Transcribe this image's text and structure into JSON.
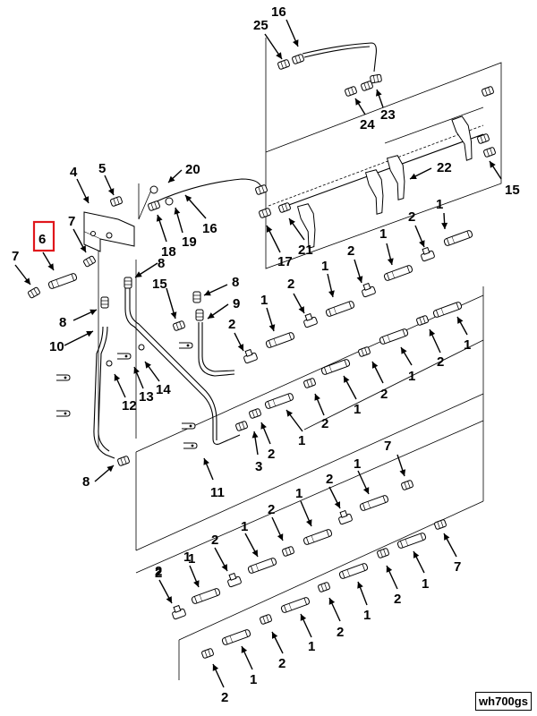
{
  "diagram": {
    "highlighted_callout": "6",
    "figure_id": "wh700gs",
    "highlight_color": "#e0161b",
    "callouts": [
      {
        "id": "c16-top",
        "label": "16"
      },
      {
        "id": "c25",
        "label": "25"
      },
      {
        "id": "c23",
        "label": "23"
      },
      {
        "id": "c24",
        "label": "24"
      },
      {
        "id": "c22",
        "label": "22"
      },
      {
        "id": "c15-right",
        "label": "15"
      },
      {
        "id": "c20",
        "label": "20"
      },
      {
        "id": "c4",
        "label": "4"
      },
      {
        "id": "c5",
        "label": "5"
      },
      {
        "id": "c18",
        "label": "18"
      },
      {
        "id": "c19",
        "label": "19"
      },
      {
        "id": "c16-mid",
        "label": "16"
      },
      {
        "id": "c17",
        "label": "17"
      },
      {
        "id": "c21",
        "label": "21"
      },
      {
        "id": "c6",
        "label": "6"
      },
      {
        "id": "c7-left",
        "label": "7"
      },
      {
        "id": "c7-a",
        "label": "7"
      },
      {
        "id": "c8-a",
        "label": "8"
      },
      {
        "id": "c8-b",
        "label": "8"
      },
      {
        "id": "c8-c",
        "label": "8"
      },
      {
        "id": "c8-d",
        "label": "8"
      },
      {
        "id": "c10",
        "label": "10"
      },
      {
        "id": "c15-mid",
        "label": "15"
      },
      {
        "id": "c9",
        "label": "9"
      },
      {
        "id": "c12",
        "label": "12"
      },
      {
        "id": "c13",
        "label": "13"
      },
      {
        "id": "c14",
        "label": "14"
      },
      {
        "id": "c3",
        "label": "3"
      },
      {
        "id": "c11",
        "label": "11"
      },
      {
        "id": "c7-b",
        "label": "7"
      },
      {
        "id": "c7-c",
        "label": "7"
      },
      {
        "id": "c1-r1a",
        "label": "1"
      },
      {
        "id": "c1-r1b",
        "label": "1"
      },
      {
        "id": "c1-r1c",
        "label": "1"
      },
      {
        "id": "c1-r1d",
        "label": "1"
      },
      {
        "id": "c2-r1a",
        "label": "2"
      },
      {
        "id": "c2-r1b",
        "label": "2"
      },
      {
        "id": "c2-r1c",
        "label": "2"
      },
      {
        "id": "c2-r1d",
        "label": "2"
      },
      {
        "id": "c1-r2a",
        "label": "1"
      },
      {
        "id": "c1-r2b",
        "label": "1"
      },
      {
        "id": "c1-r2c",
        "label": "1"
      },
      {
        "id": "c1-r2d",
        "label": "1"
      },
      {
        "id": "c2-r2a",
        "label": "2"
      },
      {
        "id": "c2-r2b",
        "label": "2"
      },
      {
        "id": "c2-r2c",
        "label": "2"
      },
      {
        "id": "c2-r2d",
        "label": "2"
      },
      {
        "id": "c1-r3a",
        "label": "1"
      },
      {
        "id": "c1-r3b",
        "label": "1"
      },
      {
        "id": "c1-r3c",
        "label": "1"
      },
      {
        "id": "c1-r3d",
        "label": "1"
      },
      {
        "id": "c2-r3a",
        "label": "2"
      },
      {
        "id": "c2-r3b",
        "label": "2"
      },
      {
        "id": "c2-r3c",
        "label": "2"
      },
      {
        "id": "c2-r3d",
        "label": "2"
      },
      {
        "id": "c1-r4a",
        "label": "1"
      },
      {
        "id": "c1-r4b",
        "label": "1"
      },
      {
        "id": "c1-r4c",
        "label": "1"
      },
      {
        "id": "c2-r4a",
        "label": "2"
      },
      {
        "id": "c2-r4b",
        "label": "2"
      },
      {
        "id": "c2-r4c",
        "label": "2"
      },
      {
        "id": "c1-r5a",
        "label": "1"
      },
      {
        "id": "c1-r5b",
        "label": "1"
      },
      {
        "id": "c2-r5a",
        "label": "2"
      },
      {
        "id": "c2-r5b",
        "label": "2"
      }
    ]
  }
}
